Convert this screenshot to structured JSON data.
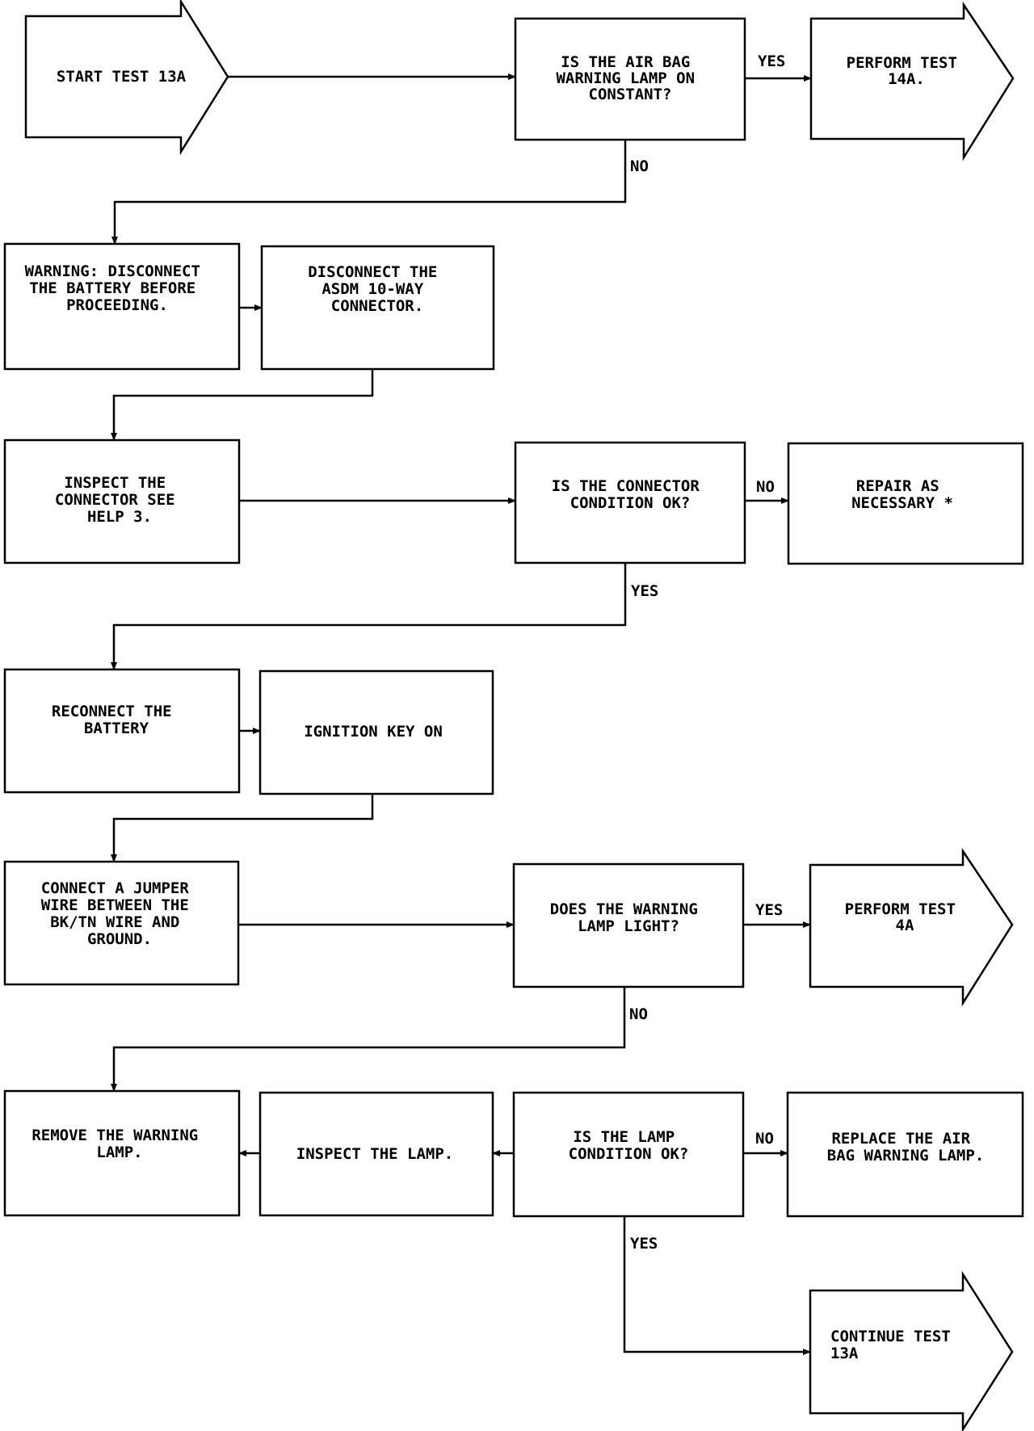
{
  "nodes": {
    "start": {
      "lines": [
        "START TEST 13A"
      ]
    },
    "q_lamp_constant": {
      "lines": [
        "IS THE AIR BAG",
        "WARNING LAMP ON",
        "CONSTANT?"
      ]
    },
    "perform_14a": {
      "lines": [
        "PERFORM TEST",
        "14A."
      ]
    },
    "warning_disconnect": {
      "lines": [
        "WARNING: DISCONNECT",
        "THE BATTERY BEFORE",
        "PROCEEDING."
      ]
    },
    "disconnect_asdm": {
      "lines": [
        "DISCONNECT THE",
        "ASDM 10-WAY",
        "CONNECTOR."
      ]
    },
    "inspect_connector": {
      "lines": [
        "INSPECT THE",
        "CONNECTOR  SEE",
        "HELP 3."
      ]
    },
    "q_connector_ok": {
      "lines": [
        "IS THE CONNECTOR",
        "CONDITION OK?"
      ]
    },
    "repair": {
      "lines": [
        "REPAIR AS",
        "NECESSARY *"
      ]
    },
    "reconnect_battery": {
      "lines": [
        "RECONNECT THE",
        "BATTERY"
      ]
    },
    "ignition_on": {
      "lines": [
        "IGNITION KEY ON"
      ]
    },
    "connect_jumper": {
      "lines": [
        "CONNECT A JUMPER",
        "WIRE BETWEEN THE",
        "BK/TN WIRE AND",
        "GROUND."
      ]
    },
    "q_lamp_light": {
      "lines": [
        "DOES THE WARNING",
        "LAMP LIGHT?"
      ]
    },
    "perform_4a": {
      "lines": [
        "PERFORM TEST",
        "4A"
      ]
    },
    "remove_lamp": {
      "lines": [
        "REMOVE THE WARNING",
        "LAMP."
      ]
    },
    "inspect_lamp": {
      "lines": [
        "INSPECT THE LAMP."
      ]
    },
    "q_lamp_ok": {
      "lines": [
        "IS THE LAMP",
        "CONDITION OK?"
      ]
    },
    "replace_lamp": {
      "lines": [
        "REPLACE THE AIR",
        "BAG WARNING LAMP."
      ]
    },
    "continue_13a": {
      "lines": [
        "CONTINUE TEST",
        "13A"
      ]
    }
  },
  "edge_labels": {
    "lamp_constant_yes": "YES",
    "lamp_constant_no": "NO",
    "connector_ok_no": "NO",
    "connector_ok_yes": "YES",
    "lamp_light_yes": "YES",
    "lamp_light_no": "NO",
    "lamp_ok_no": "NO",
    "lamp_ok_yes": "YES"
  }
}
